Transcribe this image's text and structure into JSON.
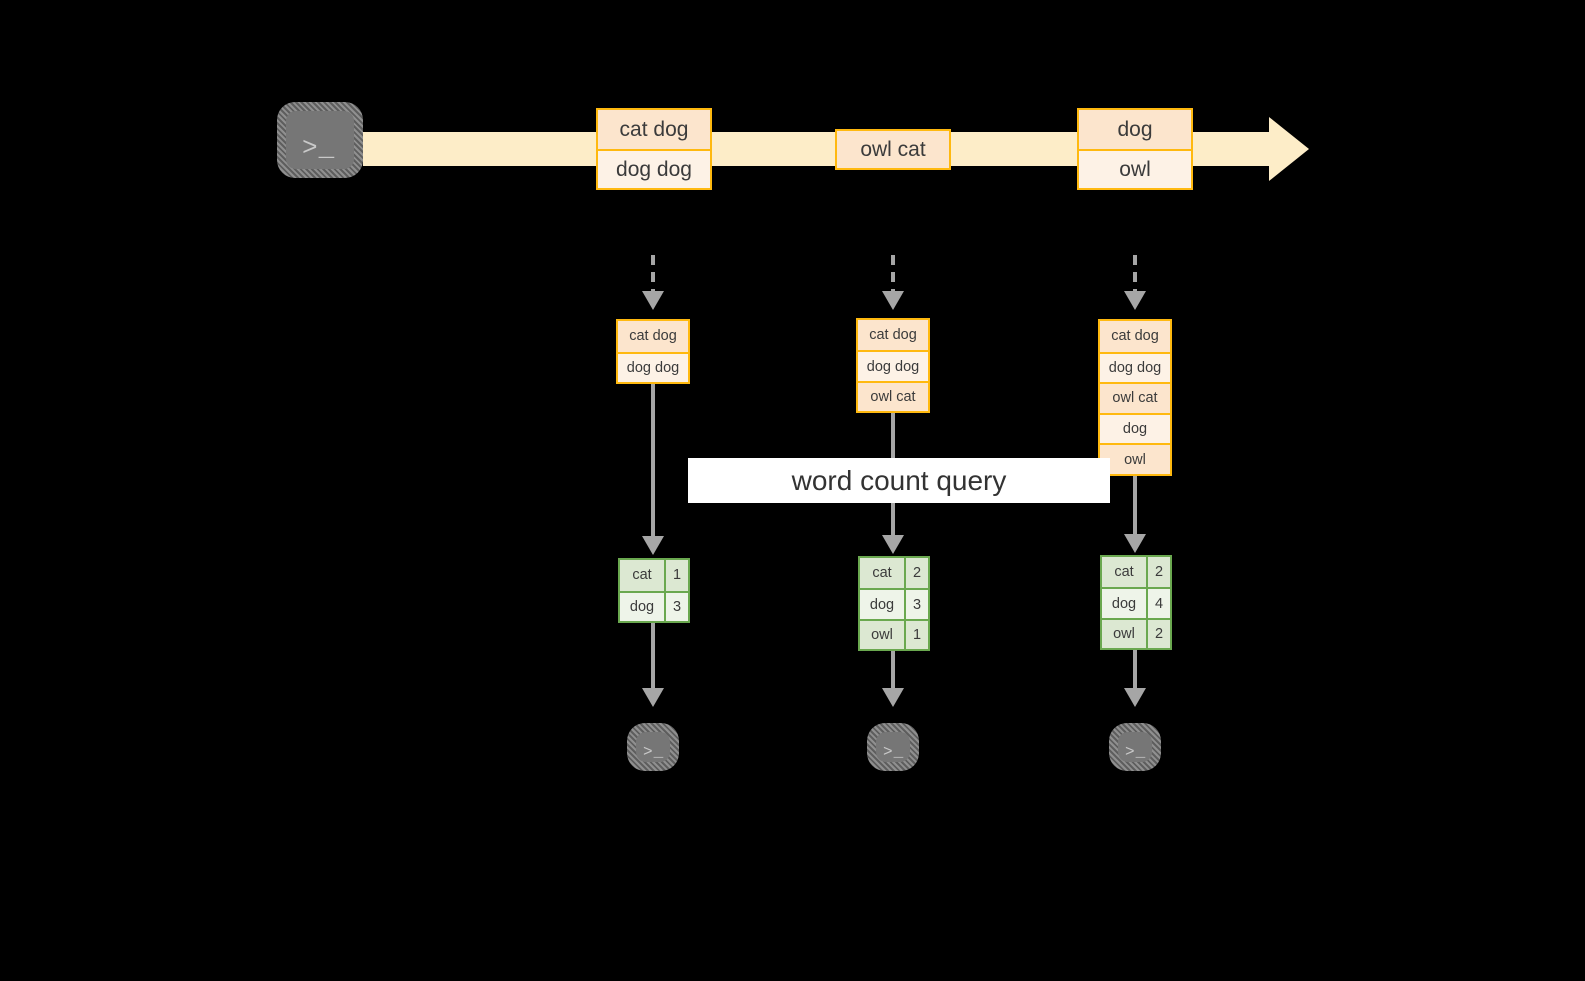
{
  "diagram": {
    "title": "Streaming word count query diagram",
    "colors": {
      "background": "#000000",
      "stream_band": "#fdedc8",
      "box_border_orange": "#ffb90f",
      "box_fill_peach": "#fce5cd",
      "box_fill_cream": "#fdf2e6",
      "table_border_green": "#6aa84f",
      "table_fill_green": "#dce8d2",
      "table_fill_light": "#eef4e9",
      "connector_gray": "#a6a6a6",
      "terminal_gray": "#767676",
      "label_band": "#ffffff",
      "text": "#3b3b3b"
    }
  },
  "source": {
    "icon": "terminal-icon",
    "prompt": ">_"
  },
  "stream": {
    "icon": "arrow-right-icon",
    "batches": [
      {
        "lines": [
          "cat dog",
          "dog dog"
        ]
      },
      {
        "lines": [
          "owl cat"
        ]
      },
      {
        "lines": [
          "dog",
          "owl"
        ]
      }
    ]
  },
  "query": {
    "label": "word count query"
  },
  "snapshots": [
    {
      "id": "snapshot-1",
      "input_lines": [
        "cat dog",
        "dog dog"
      ],
      "result": {
        "rows": [
          {
            "word": "cat",
            "count": "1"
          },
          {
            "word": "dog",
            "count": "3"
          }
        ]
      },
      "sink": {
        "icon": "terminal-icon",
        "prompt": ">_"
      }
    },
    {
      "id": "snapshot-2",
      "input_lines": [
        "cat dog",
        "dog dog",
        "owl cat"
      ],
      "result": {
        "rows": [
          {
            "word": "cat",
            "count": "2"
          },
          {
            "word": "dog",
            "count": "3"
          },
          {
            "word": "owl",
            "count": "1"
          }
        ]
      },
      "sink": {
        "icon": "terminal-icon",
        "prompt": ">_"
      }
    },
    {
      "id": "snapshot-3",
      "input_lines": [
        "cat dog",
        "dog dog",
        "owl cat",
        "dog",
        "owl"
      ],
      "result": {
        "rows": [
          {
            "word": "cat",
            "count": "2"
          },
          {
            "word": "dog",
            "count": "4"
          },
          {
            "word": "owl",
            "count": "2"
          }
        ]
      },
      "sink": {
        "icon": "terminal-icon",
        "prompt": ">_"
      }
    }
  ]
}
